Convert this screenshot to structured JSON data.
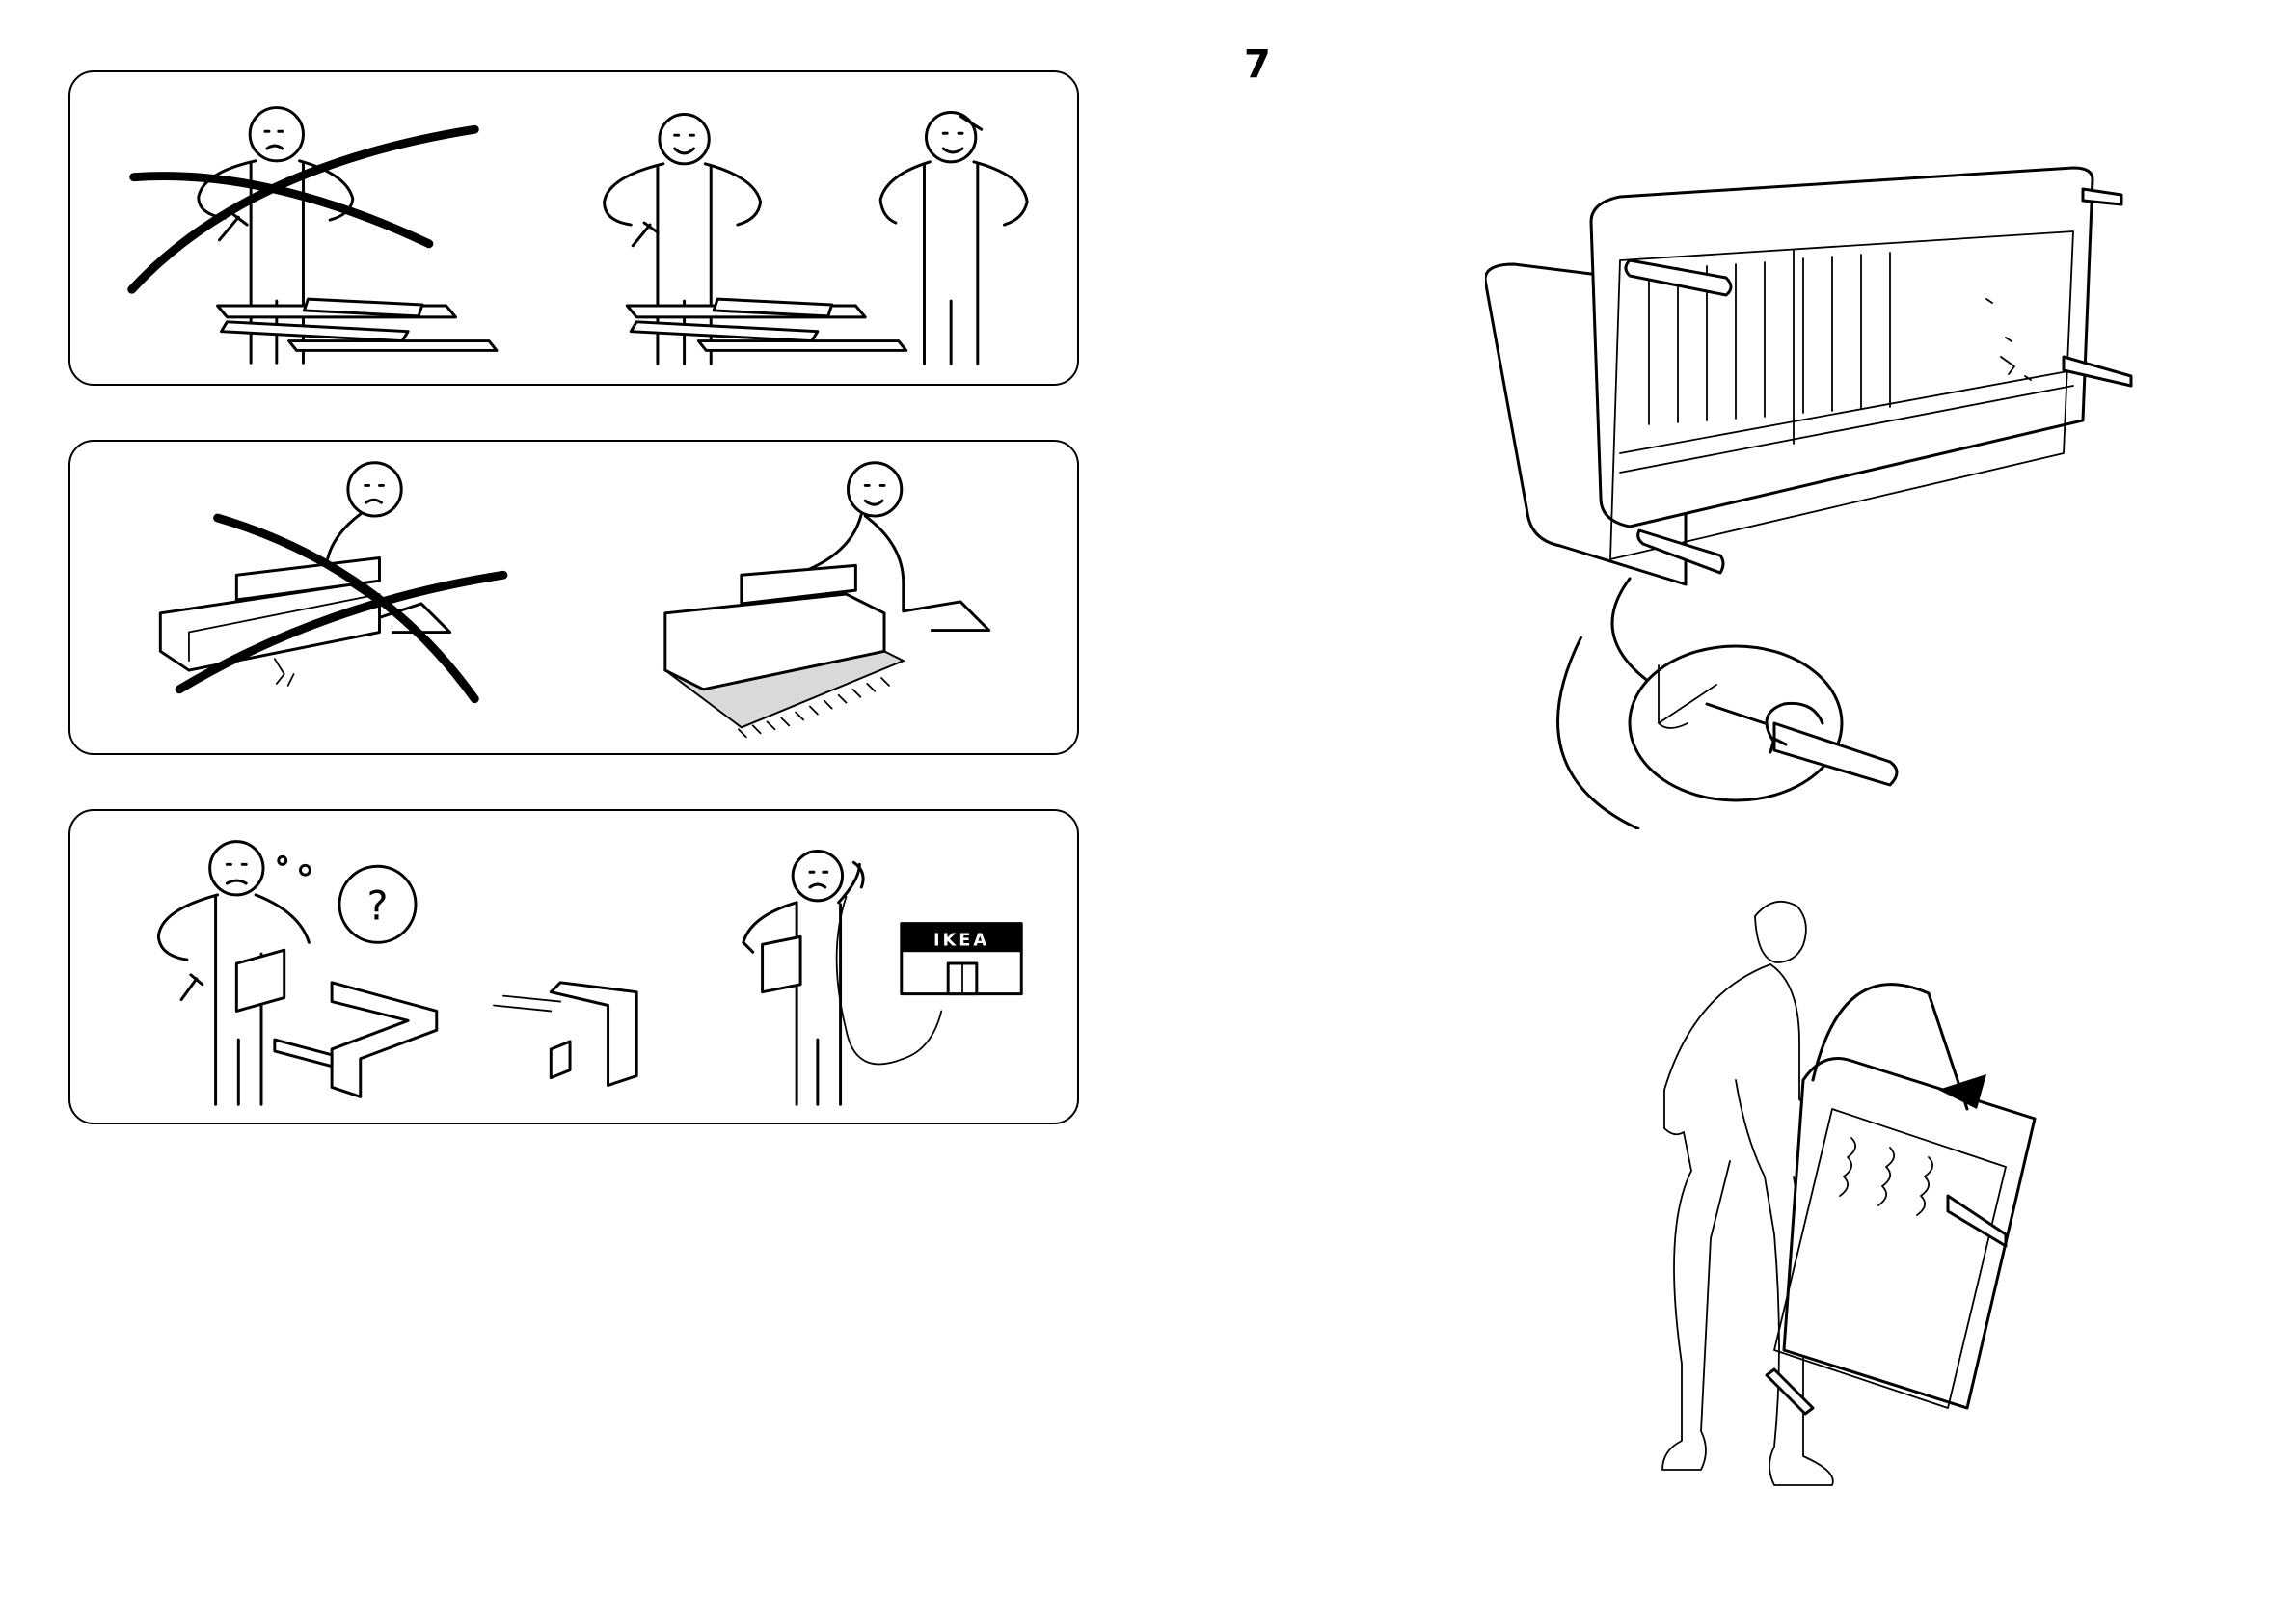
{
  "page": {
    "step_number": "7"
  },
  "panels": [
    {
      "id": "assemble-alone-vs-two-people",
      "crossed_side": "left"
    },
    {
      "id": "hard-floor-vs-soft-surface",
      "crossed_side": "left"
    },
    {
      "id": "confused-vs-call-store",
      "crossed_side": "none",
      "question_mark": "?",
      "store_sign": "IKEA"
    }
  ],
  "colors": {
    "ink": "#000000",
    "paper": "#ffffff",
    "mat": "#d9d9d9"
  },
  "icons": [
    "crossed-out-icon",
    "question-mark-icon",
    "telephone-icon",
    "store-icon",
    "hammer-icon",
    "rotate-arrow-icon",
    "turn-over-arrow-icon"
  ]
}
